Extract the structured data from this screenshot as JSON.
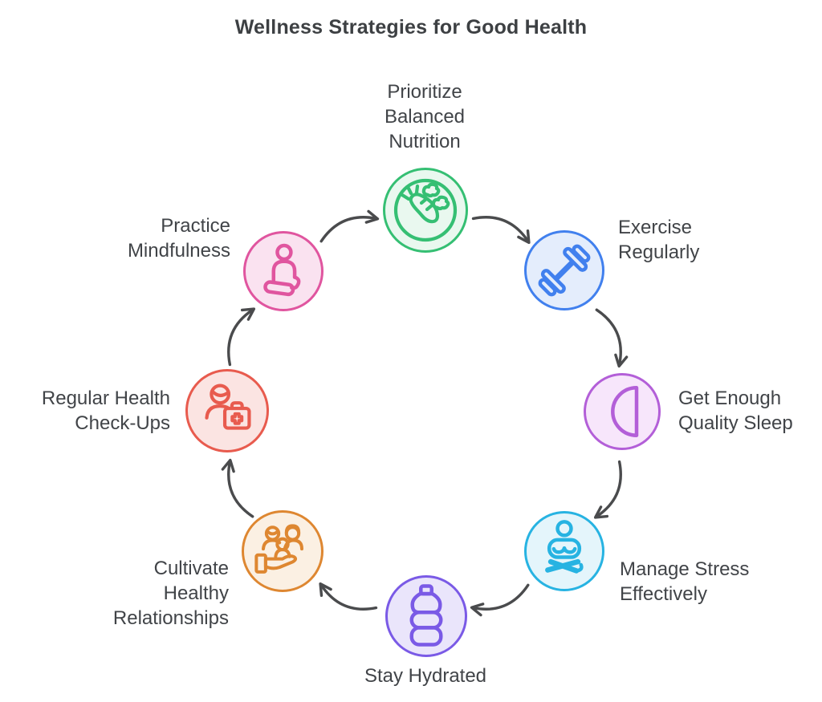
{
  "title": "Wellness Strategies for Good Health",
  "diagram": {
    "arrow_color": "#4a4b4d",
    "text_color": "#414448",
    "nodes": [
      {
        "id": "nutrition",
        "label": "Prioritize\nBalanced\nNutrition",
        "icon": "nutrition-plate-icon",
        "stroke": "#35bf73",
        "fill": "#e9f8ef"
      },
      {
        "id": "exercise",
        "label": "Exercise\nRegularly",
        "icon": "dumbbell-icon",
        "stroke": "#4180ee",
        "fill": "#e4edfc"
      },
      {
        "id": "sleep",
        "label": "Get Enough\nQuality Sleep",
        "icon": "half-moon-icon",
        "stroke": "#b35fd8",
        "fill": "#f7e6fb"
      },
      {
        "id": "stress",
        "label": "Manage Stress\nEffectively",
        "icon": "lotus-meditation-icon",
        "stroke": "#27b3e2",
        "fill": "#e4f5fb"
      },
      {
        "id": "hydrated",
        "label": "Stay Hydrated",
        "icon": "water-bottle-icon",
        "stroke": "#7a5ae6",
        "fill": "#eae5fb"
      },
      {
        "id": "relationships",
        "label": "Cultivate\nHealthy\nRelationships",
        "icon": "family-in-hand-icon",
        "stroke": "#de8731",
        "fill": "#fbf0e3"
      },
      {
        "id": "checkups",
        "label": "Regular Health\nCheck-Ups",
        "icon": "doctor-first-aid-icon",
        "stroke": "#e85b4e",
        "fill": "#fbe4e2"
      },
      {
        "id": "mindfulness",
        "label": "Practice\nMindfulness",
        "icon": "meditating-person-icon",
        "stroke": "#e0559f",
        "fill": "#fae2f0"
      }
    ]
  }
}
